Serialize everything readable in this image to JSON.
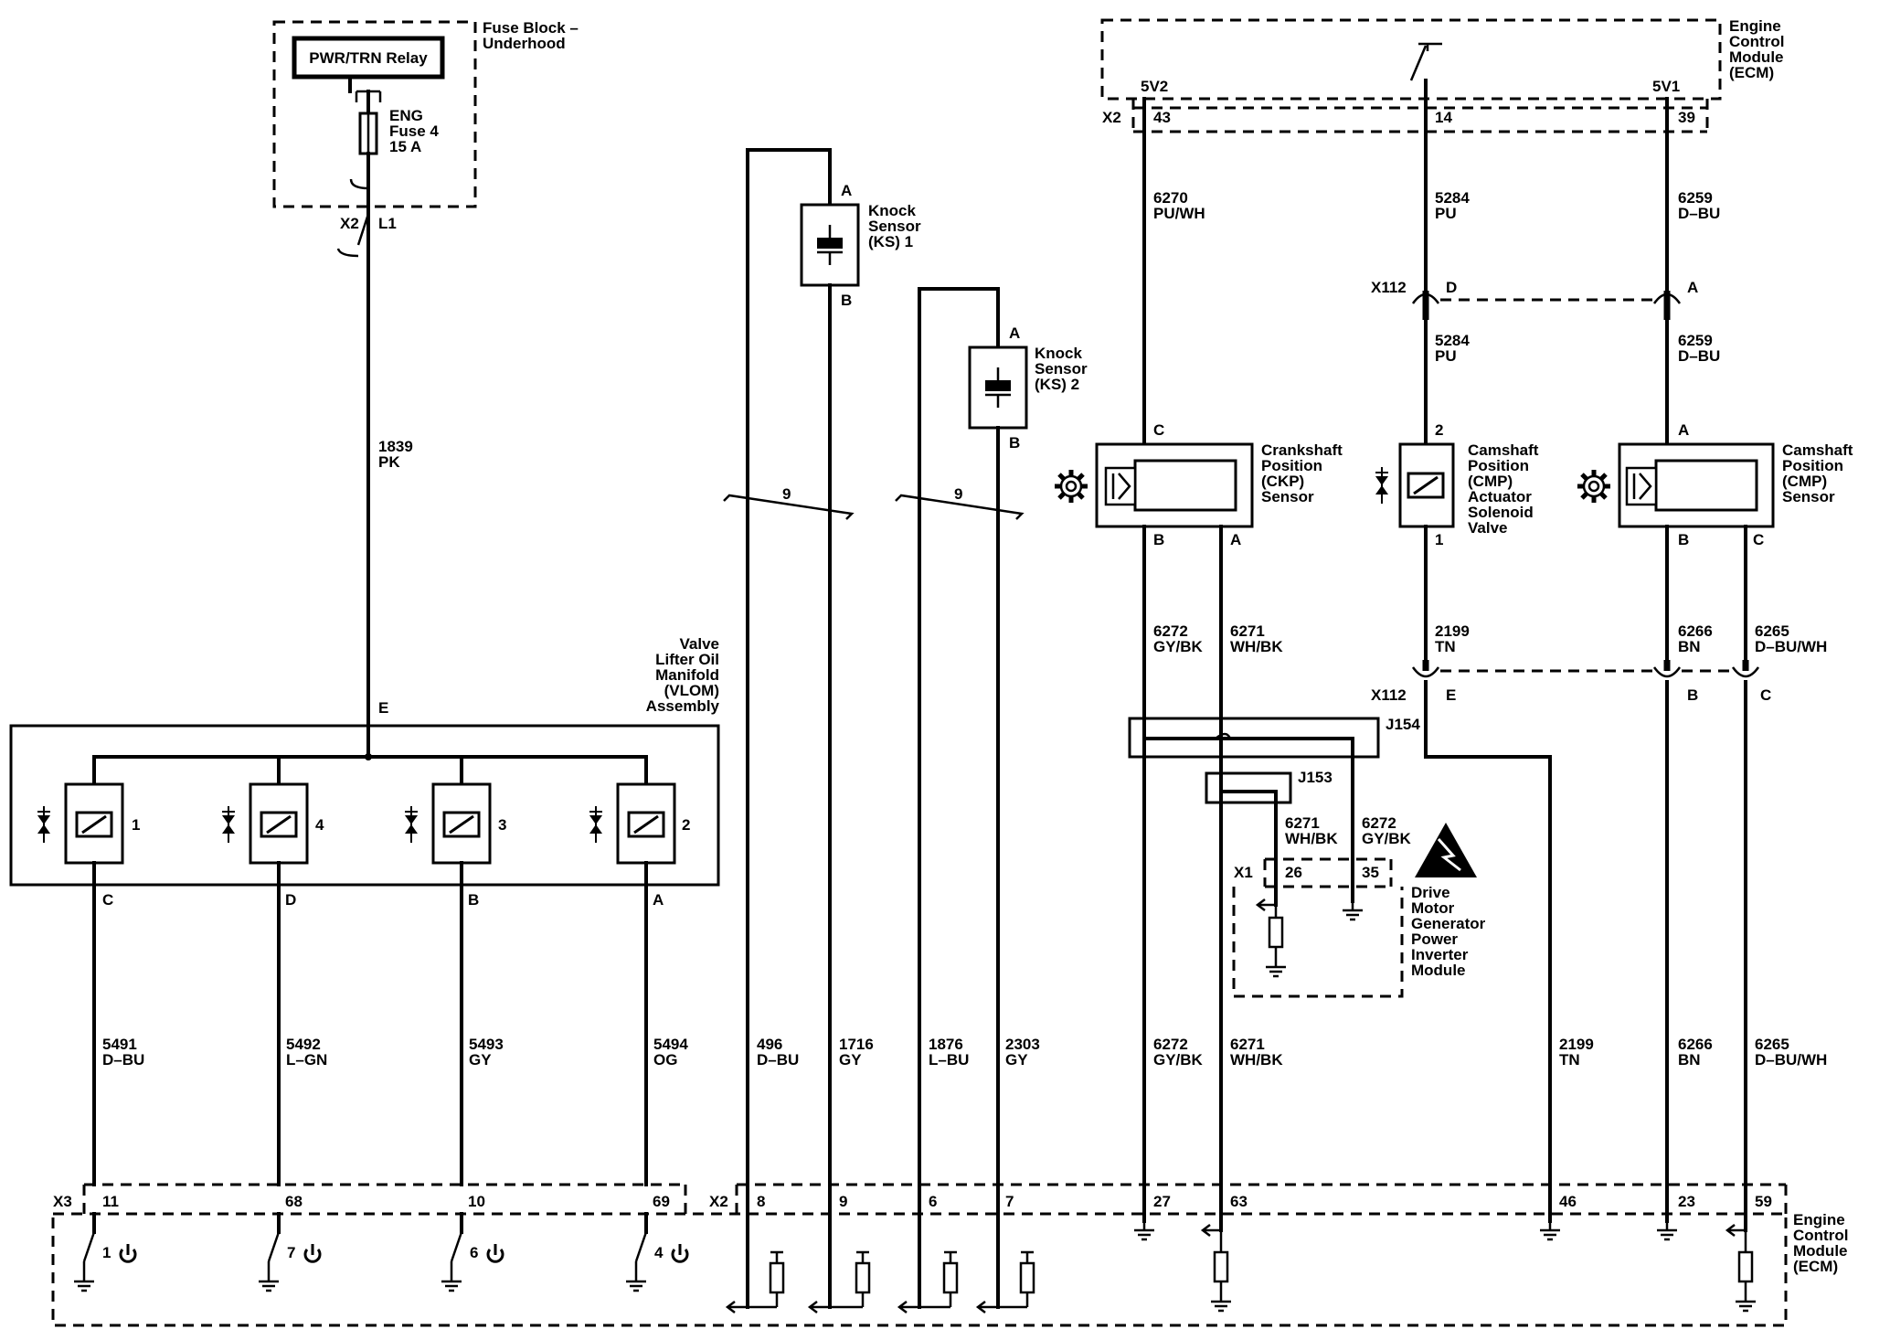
{
  "fuse_block": {
    "title": "Fuse Block –",
    "title2": "Underhood",
    "relay": "PWR/TRN Relay",
    "fuse_l1": "ENG",
    "fuse_l2": "Fuse 4",
    "fuse_l3": "15 A",
    "conn": "X2",
    "pin": "L1"
  },
  "ecm_top": {
    "t1": "Engine",
    "t2": "Control",
    "t3": "Module",
    "t4": "(ECM)",
    "conn": "X2",
    "v5v2": "5V2",
    "v5v1": "5V1",
    "pin43": "43",
    "pin14": "14",
    "pin39": "39"
  },
  "ecm_bottom": {
    "t1": "Engine",
    "t2": "Control",
    "t3": "Module",
    "t4": "(ECM)",
    "x3": "X3",
    "x2": "X2",
    "pins": [
      "11",
      "68",
      "10",
      "69",
      "8",
      "9",
      "6",
      "7",
      "27",
      "63",
      "46",
      "23",
      "59"
    ],
    "outs": [
      "1",
      "7",
      "6",
      "4"
    ]
  },
  "vlom": {
    "t1": "Valve",
    "t2": "Lifter Oil",
    "t3": "Manifold",
    "t4": "(VLOM)",
    "t5": "Assembly",
    "pinE": "E",
    "sol": [
      "1",
      "4",
      "3",
      "2"
    ],
    "pins": [
      "C",
      "D",
      "B",
      "A"
    ]
  },
  "wires": {
    "w1839": "1839",
    "pk": "PK",
    "w5491": "5491",
    "dbu": "D–BU",
    "w5492": "5492",
    "lgn": "L–GN",
    "w5493": "5493",
    "gy": "GY",
    "w5494": "5494",
    "og": "OG",
    "w496": "496",
    "w1716": "1716",
    "w1876": "1876",
    "lbu": "L–BU",
    "w2303": "2303",
    "w6270": "6270",
    "puwh": "PU/WH",
    "w5284": "5284",
    "pu": "PU",
    "w6259": "6259",
    "w6272": "6272",
    "gybk": "GY/BK",
    "w6271": "6271",
    "whbk": "WH/BK",
    "w2199": "2199",
    "tn": "TN",
    "w6266": "6266",
    "bn": "BN",
    "w6265": "6265",
    "dbuwh": "D–BU/WH",
    "twist": "9"
  },
  "ks1": {
    "t1": "Knock",
    "t2": "Sensor",
    "t3": "(KS) 1",
    "a": "A",
    "b": "B"
  },
  "ks2": {
    "t1": "Knock",
    "t2": "Sensor",
    "t3": "(KS) 2",
    "a": "A",
    "b": "B"
  },
  "ckp": {
    "t1": "Crankshaft",
    "t2": "Position",
    "t3": "(CKP)",
    "t4": "Sensor",
    "c": "C",
    "b": "B",
    "a": "A"
  },
  "cmp_act": {
    "t1": "Camshaft",
    "t2": "Position",
    "t3": "(CMP)",
    "t4": "Actuator",
    "t5": "Solenoid",
    "t6": "Valve",
    "p2": "2",
    "p1": "1"
  },
  "cmp_sensor": {
    "t1": "Camshaft",
    "t2": "Position",
    "t3": "(CMP)",
    "t4": "Sensor",
    "a": "A",
    "b": "B",
    "c": "C"
  },
  "x112": {
    "name": "X112",
    "d": "D",
    "a": "A",
    "e": "E",
    "b": "B",
    "c": "C"
  },
  "splices": {
    "j154": "J154",
    "j153": "J153"
  },
  "inverter": {
    "x1": "X1",
    "p26": "26",
    "p35": "35",
    "t1": "Drive",
    "t2": "Motor",
    "t3": "Generator",
    "t4": "Power",
    "t5": "Inverter",
    "t6": "Module"
  }
}
